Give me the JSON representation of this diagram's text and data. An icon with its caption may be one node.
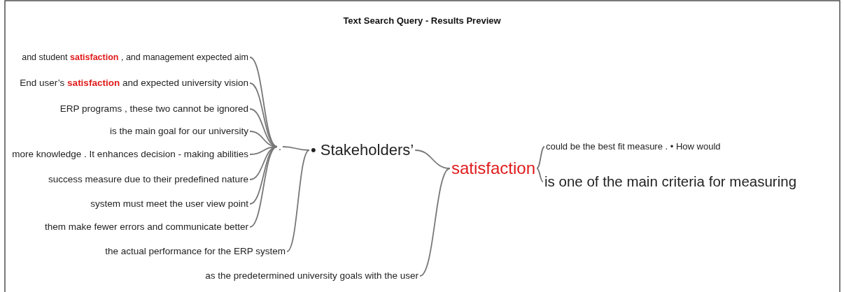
{
  "diagram": {
    "title": "Text Search Query - Results Preview",
    "nodes": [
      {
        "text": [
          "and student **satisfaction** , and management expected aim"
        ]
      },
      {
        "text": [
          "End user’s **satisfaction** and expected university vision"
        ]
      },
      {
        "text": [
          "ERP programs , these two cannot be ignored"
        ]
      },
      {
        "text": [
          "is the main goal for our university"
        ]
      },
      {
        "text": [
          "more knowledge . It enhances decision - making abilities"
        ]
      },
      {
        "text": [
          "success measure due to their predefined nature"
        ]
      },
      {
        "text": [
          "system must meet the user view point"
        ]
      },
      {
        "text": [
          "them make fewer errors and communicate better"
        ]
      },
      {
        "text": [
          "."
        ]
      },
      {
        "text": [
          "the actual performance for the ERP system"
        ]
      },
      {
        "text": [
          "• Stakeholders’"
        ]
      },
      {
        "text": [
          "as the predetermined university goals with the user"
        ]
      },
      {
        "text": [
          "satisfaction"
        ]
      },
      {
        "text": [
          "could be the best fit measure . • How would"
        ]
      },
      {
        "text": [
          "is one of the main criteria for measuring"
        ]
      }
    ],
    "edges": [
      {
        "from": 0,
        "to": 8,
        "arrow": "none"
      },
      {
        "from": 1,
        "to": 8,
        "arrow": "none"
      },
      {
        "from": 2,
        "to": 8,
        "arrow": "none"
      },
      {
        "from": 3,
        "to": 8,
        "arrow": "none"
      },
      {
        "from": 4,
        "to": 8,
        "arrow": "none"
      },
      {
        "from": 5,
        "to": 8,
        "arrow": "none"
      },
      {
        "from": 6,
        "to": 8,
        "arrow": "none"
      },
      {
        "from": 7,
        "to": 8,
        "arrow": "none"
      },
      {
        "from": 8,
        "to": 10,
        "arrow": "none"
      },
      {
        "from": 9,
        "to": 10,
        "arrow": "none"
      },
      {
        "from": 10,
        "to": 12,
        "arrow": "none"
      },
      {
        "from": 11,
        "to": 12,
        "arrow": "none"
      },
      {
        "from": 12,
        "to": 13,
        "arrow": "none"
      },
      {
        "from": 12,
        "to": 14,
        "arrow": "none"
      }
    ]
  }
}
